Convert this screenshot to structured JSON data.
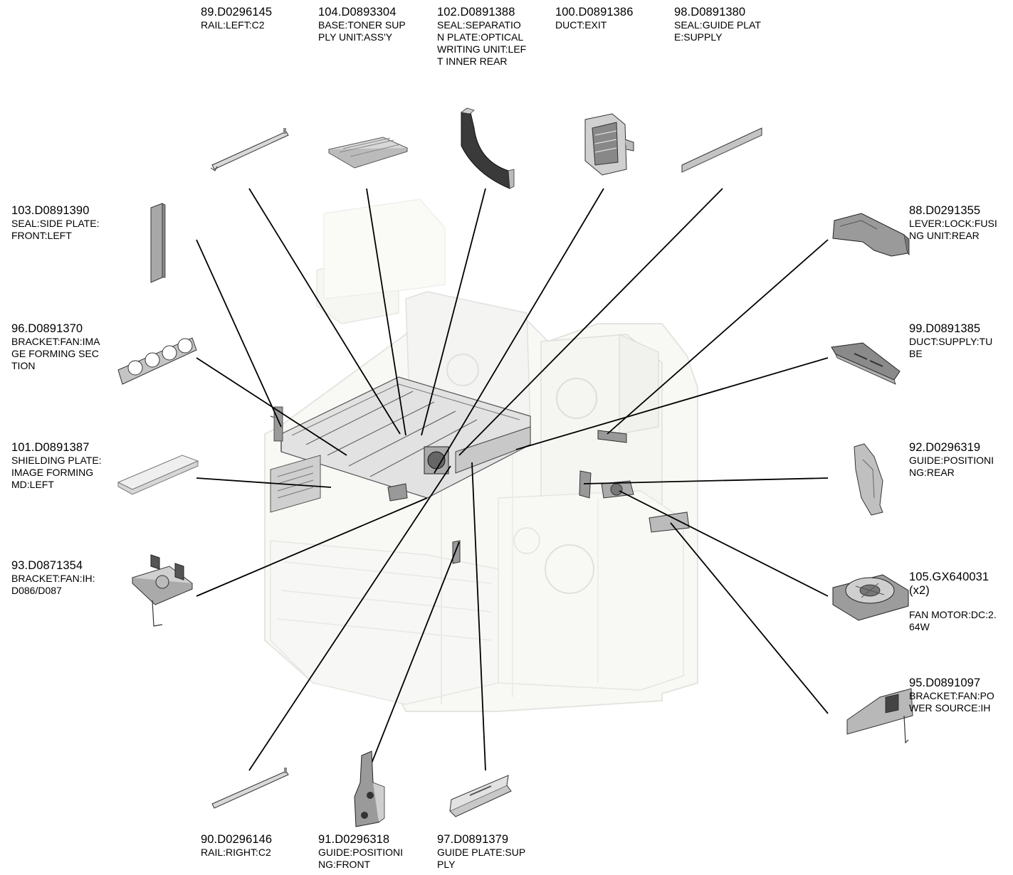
{
  "parts": [
    {
      "id": "p89",
      "number": "89.D0296145",
      "desc": "RAIL:LEFT:C2"
    },
    {
      "id": "p104",
      "number": "104.D0893304",
      "desc": "BASE:TONER SUP\nPLY UNIT:ASS'Y"
    },
    {
      "id": "p102",
      "number": "102.D0891388",
      "desc": "SEAL:SEPARATIO\nN PLATE:OPTICAL\nWRITING UNIT:LEF\nT INNER REAR"
    },
    {
      "id": "p100",
      "number": "100.D0891386",
      "desc": "DUCT:EXIT"
    },
    {
      "id": "p98",
      "number": "98.D0891380",
      "desc": "SEAL:GUIDE PLAT\nE:SUPPLY"
    },
    {
      "id": "p103",
      "number": "103.D0891390",
      "desc": "SEAL:SIDE PLATE:\nFRONT:LEFT"
    },
    {
      "id": "p88",
      "number": "88.D0291355",
      "desc": "LEVER:LOCK:FUSI\nNG UNIT:REAR"
    },
    {
      "id": "p96",
      "number": "96.D0891370",
      "desc": "BRACKET:FAN:IMA\nGE FORMING SEC\nTION"
    },
    {
      "id": "p99",
      "number": "99.D0891385",
      "desc": "DUCT:SUPPLY:TU\nBE"
    },
    {
      "id": "p101",
      "number": "101.D0891387",
      "desc": "SHIELDING PLATE:\nIMAGE FORMING\nMD:LEFT"
    },
    {
      "id": "p92",
      "number": "92.D0296319",
      "desc": "GUIDE:POSITIONI\nNG:REAR"
    },
    {
      "id": "p93",
      "number": "93.D0871354",
      "desc": "BRACKET:FAN:IH:\nD086/D087"
    },
    {
      "id": "p105",
      "number": "105.GX640031\n(x2)",
      "desc": "FAN MOTOR:DC:2.\n64W"
    },
    {
      "id": "p95",
      "number": "95.D0891097",
      "desc": "BRACKET:FAN:PO\nWER SOURCE:IH"
    },
    {
      "id": "p90",
      "number": "90.D0296146",
      "desc": "RAIL:RIGHT:C2"
    },
    {
      "id": "p91",
      "number": "91.D0296318",
      "desc": "GUIDE:POSITIONI\nNG:FRONT"
    },
    {
      "id": "p97",
      "number": "97.D0891379",
      "desc": "GUIDE PLATE:SUP\nPLY"
    }
  ]
}
